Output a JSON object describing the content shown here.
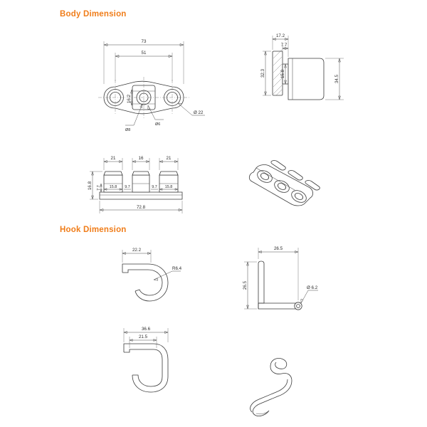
{
  "sections": {
    "body": {
      "title": "Body Dimension"
    },
    "hook": {
      "title": "Hook Dimension"
    }
  },
  "figures": {
    "body_top": {
      "name": "body-top-view",
      "dimensions": {
        "overall_width": "73",
        "hole_spacing": "51",
        "inner_height": "16.2",
        "hole_dia_large": "Ø 22",
        "hole_dia_small": "Ø8",
        "hole_dia_small2": "Ø6"
      }
    },
    "body_side": {
      "name": "body-side-view",
      "dimensions": {
        "top_width": "17.2",
        "step_width": "7.7",
        "left_height": "32.3",
        "inner_height": "15.8",
        "right_height": "34.5"
      }
    },
    "body_front": {
      "name": "body-front-view",
      "dimensions": {
        "left_boss": "21",
        "mid_boss": "16",
        "right_boss": "21",
        "height": "16.8",
        "lip": "7.7",
        "base_left": "15.8",
        "gap_left": "9.7",
        "gap_right": "9.7",
        "base_right": "15.8",
        "overall": "72.8"
      }
    },
    "body_iso": {
      "name": "body-isometric-view"
    },
    "hook_u": {
      "name": "hook-u-profile-view",
      "dimensions": {
        "width": "22.2",
        "radius": "R6.4"
      }
    },
    "hook_l": {
      "name": "hook-l-bracket-view",
      "dimensions": {
        "width": "26.5",
        "height": "26.5",
        "hole_dia": "Ø 6.2"
      }
    },
    "hook_c": {
      "name": "hook-c-profile-view",
      "dimensions": {
        "width": "36.6",
        "inner_width": "21.5"
      }
    },
    "hook_iso": {
      "name": "hook-isometric-view"
    }
  },
  "colors": {
    "accent": "#f07d1a",
    "line": "#3a3a3a",
    "dim": "#4a4a4a",
    "background": "#ffffff"
  }
}
